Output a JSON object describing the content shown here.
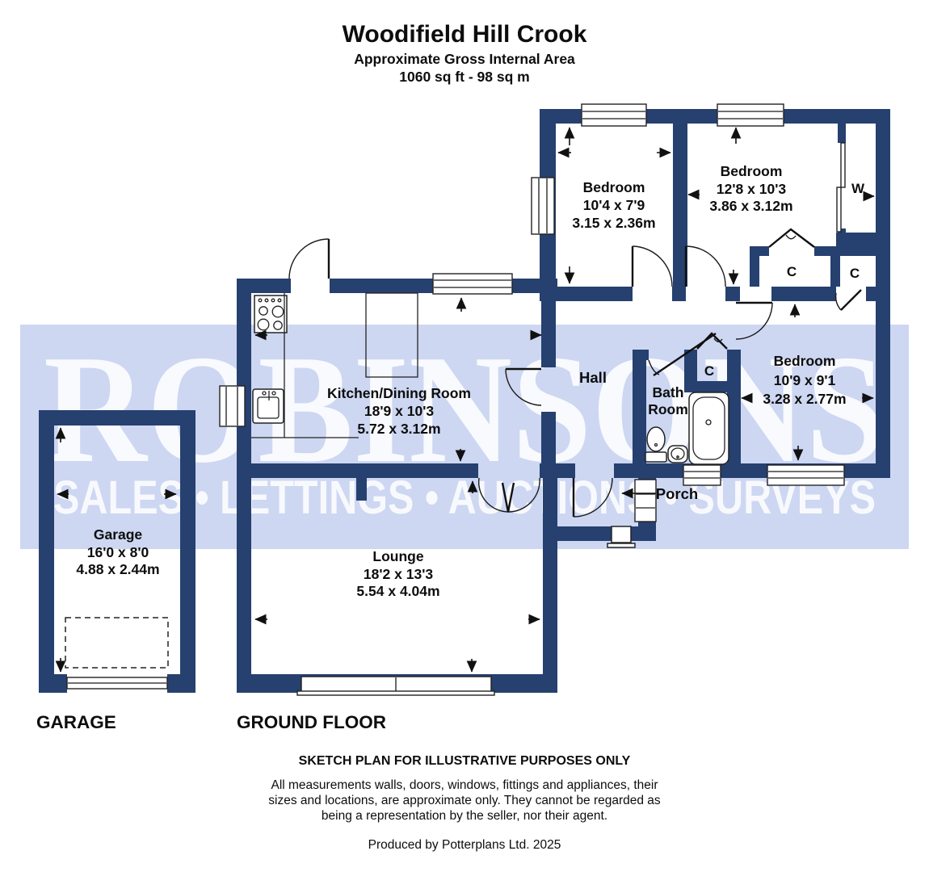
{
  "header": {
    "title": "Woodifield Hill Crook",
    "subtitle": "Approximate Gross Internal Area",
    "area": "1060 sq ft - 98 sq m"
  },
  "watermark": {
    "brand": "ROBINSONS",
    "services": "SALES • LETTINGS • AUCTIONS • SURVEYS",
    "band_color": "#cdd7f2",
    "text_color": "#ffffff"
  },
  "colors": {
    "wall": "#26406f",
    "line": "#1a1a1a"
  },
  "rooms": {
    "bedroom1": {
      "name": "Bedroom",
      "size_imperial": "10'4 x 7'9",
      "size_metric": "3.15 x 2.36m"
    },
    "bedroom2": {
      "name": "Bedroom",
      "size_imperial": "12'8 x 10'3",
      "size_metric": "3.86 x 3.12m"
    },
    "bedroom3": {
      "name": "Bedroom",
      "size_imperial": "10'9 x 9'1",
      "size_metric": "3.28 x 2.77m"
    },
    "kitchen": {
      "name": "Kitchen/Dining Room",
      "size_imperial": "18'9 x 10'3",
      "size_metric": "5.72 x 3.12m"
    },
    "lounge": {
      "name": "Lounge",
      "size_imperial": "18'2 x 13'3",
      "size_metric": "5.54 x 4.04m"
    },
    "garage": {
      "name": "Garage",
      "size_imperial": "16'0 x 8'0",
      "size_metric": "4.88 x 2.44m"
    },
    "hall": {
      "name": "Hall"
    },
    "bathroom": {
      "name_line1": "Bath",
      "name_line2": "Room"
    },
    "porch": {
      "name": "Porch"
    },
    "cupboard_label": "C",
    "wardrobe_label": "W"
  },
  "section_labels": {
    "garage": "GARAGE",
    "ground_floor": "GROUND FLOOR"
  },
  "footer": {
    "disclaimer_title": "SKETCH PLAN FOR ILLUSTRATIVE PURPOSES ONLY",
    "disclaimer_line1": "All measurements walls, doors, windows, fittings and appliances, their",
    "disclaimer_line2": "sizes and locations, are approximate only. They cannot be regarded as",
    "disclaimer_line3": "being a representation by the seller, nor their agent.",
    "credit": "Produced by Potterplans Ltd. 2025"
  }
}
